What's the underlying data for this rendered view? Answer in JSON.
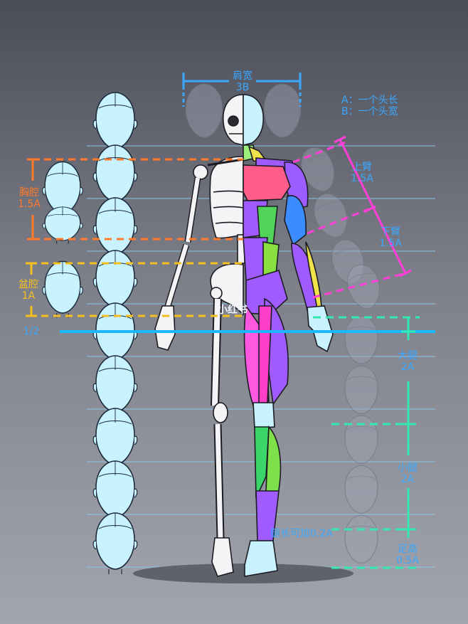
{
  "shoulder": {
    "title": "肩宽",
    "value": "3B"
  },
  "legend": {
    "a": "A：一个头长",
    "b": "B：一个头宽"
  },
  "chest": {
    "title": "胸腔",
    "value": "1.5A"
  },
  "pelvis": {
    "title": "盆腔",
    "value": "1A"
  },
  "half_mark": "1/2",
  "upper_arm": {
    "title": "上臂",
    "value": "1.5A"
  },
  "lower_arm": {
    "title": "下臂",
    "value": "1.5A"
  },
  "thigh": {
    "title": "大腿",
    "value": "2A"
  },
  "shin": {
    "title": "小腿",
    "value": "2A"
  },
  "leg_note": "腿长可加0.2A",
  "foot": {
    "title": "足高",
    "value": "0.5A"
  },
  "watermark": "小红书",
  "colors": {
    "blue": "#3aa8ff",
    "orange": "#ff7a2a",
    "yellow": "#f4c020",
    "magenta": "#ff3fd8",
    "teal": "#34e8b0",
    "head": "#c8f2ff"
  }
}
